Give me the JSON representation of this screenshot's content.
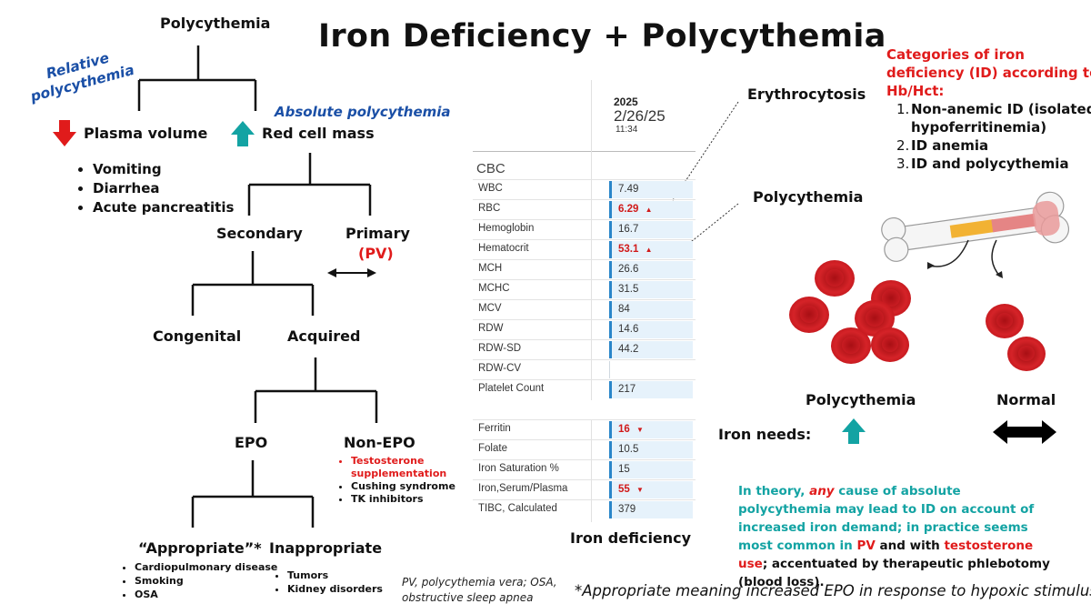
{
  "title": "Iron Deficiency + Polycythemia",
  "tree": {
    "root": "Polycythemia",
    "relative_label": "Relative polycythemia",
    "absolute_label": "Absolute polycythemia",
    "plasma_volume": "Plasma volume",
    "red_cell_mass": "Red cell mass",
    "relative_causes": [
      "Vomiting",
      "Diarrhea",
      "Acute pancreatitis"
    ],
    "secondary": "Secondary",
    "primary": "Primary",
    "pv": "(PV)",
    "congenital": "Congenital",
    "acquired": "Acquired",
    "epo": "EPO",
    "non_epo": "Non-EPO",
    "non_epo_causes": [
      "Testosterone supplementation",
      "Cushing syndrome",
      "TK inhibitors"
    ],
    "appropriate": "“Appropriate”*",
    "inappropriate": "Inappropriate",
    "appropriate_causes": [
      "Cardiopulmonary disease",
      "Smoking",
      "OSA"
    ],
    "inappropriate_causes": [
      "Tumors",
      "Kidney disorders"
    ]
  },
  "abbrev_note": "PV, polycythemia vera; OSA, obstructive sleep apnea",
  "footnote": "*Appropriate meaning increased EPO in response to hypoxic stimulus",
  "lab": {
    "year": "2025",
    "date": "2/26/25",
    "time": "11:34",
    "section": "CBC",
    "cbc_rows": [
      {
        "name": "WBC",
        "value": "7.49",
        "flag": ""
      },
      {
        "name": "RBC",
        "value": "6.29",
        "flag": "high"
      },
      {
        "name": "Hemoglobin",
        "value": "16.7",
        "flag": ""
      },
      {
        "name": "Hematocrit",
        "value": "53.1",
        "flag": "high"
      },
      {
        "name": "MCH",
        "value": "26.6",
        "flag": ""
      },
      {
        "name": "MCHC",
        "value": "31.5",
        "flag": ""
      },
      {
        "name": "MCV",
        "value": "84",
        "flag": ""
      },
      {
        "name": "RDW",
        "value": "14.6",
        "flag": ""
      },
      {
        "name": "RDW-SD",
        "value": "44.2",
        "flag": ""
      },
      {
        "name": "RDW-CV",
        "value": "",
        "flag": ""
      },
      {
        "name": "Platelet Count",
        "value": "217",
        "flag": ""
      }
    ],
    "iron_rows": [
      {
        "name": "Ferritin",
        "value": "16",
        "flag": "low"
      },
      {
        "name": "Folate",
        "value": "10.5",
        "flag": ""
      },
      {
        "name": "Iron Saturation %",
        "value": "15",
        "flag": ""
      },
      {
        "name": "Iron,Serum/Plasma",
        "value": "55",
        "flag": "low"
      },
      {
        "name": "TIBC, Calculated",
        "value": "379",
        "flag": ""
      }
    ]
  },
  "callouts": {
    "erythrocytosis": "Erythrocytosis",
    "polycythemia": "Polycythemia",
    "iron_deficiency": "Iron deficiency"
  },
  "categories": {
    "heading": "Categories of iron deficiency (ID) according to Hb/Hct:",
    "heading_lines": [
      "Categories of iron",
      "deficiency (ID) according to",
      "Hb/Hct:"
    ],
    "items": [
      {
        "num": "1.",
        "lines": [
          "Non-anemic ID (isolated",
          "hypoferritinemia)"
        ]
      },
      {
        "num": "2.",
        "lines": [
          "ID anemia"
        ]
      },
      {
        "num": "3.",
        "lines": [
          "ID and polycythemia"
        ]
      }
    ]
  },
  "cells": {
    "polycythemia_label": "Polycythemia",
    "normal_label": "Normal",
    "iron_needs": "Iron needs:"
  },
  "theory": {
    "p1": "In theory, ",
    "any": "any",
    "p2": " cause of absolute polycythemia may lead to ID on account of increased iron demand; in practice seems most common in ",
    "pv": "PV",
    "p3": " and with ",
    "testosterone": "testosterone use",
    "p4": "; accentuated by therapeutic phlebotomy (blood loss)."
  },
  "colors": {
    "red": "#e01b1b",
    "teal": "#13a3a3",
    "blue": "#1a4fa6",
    "lab_bar": "#2a86c9"
  }
}
